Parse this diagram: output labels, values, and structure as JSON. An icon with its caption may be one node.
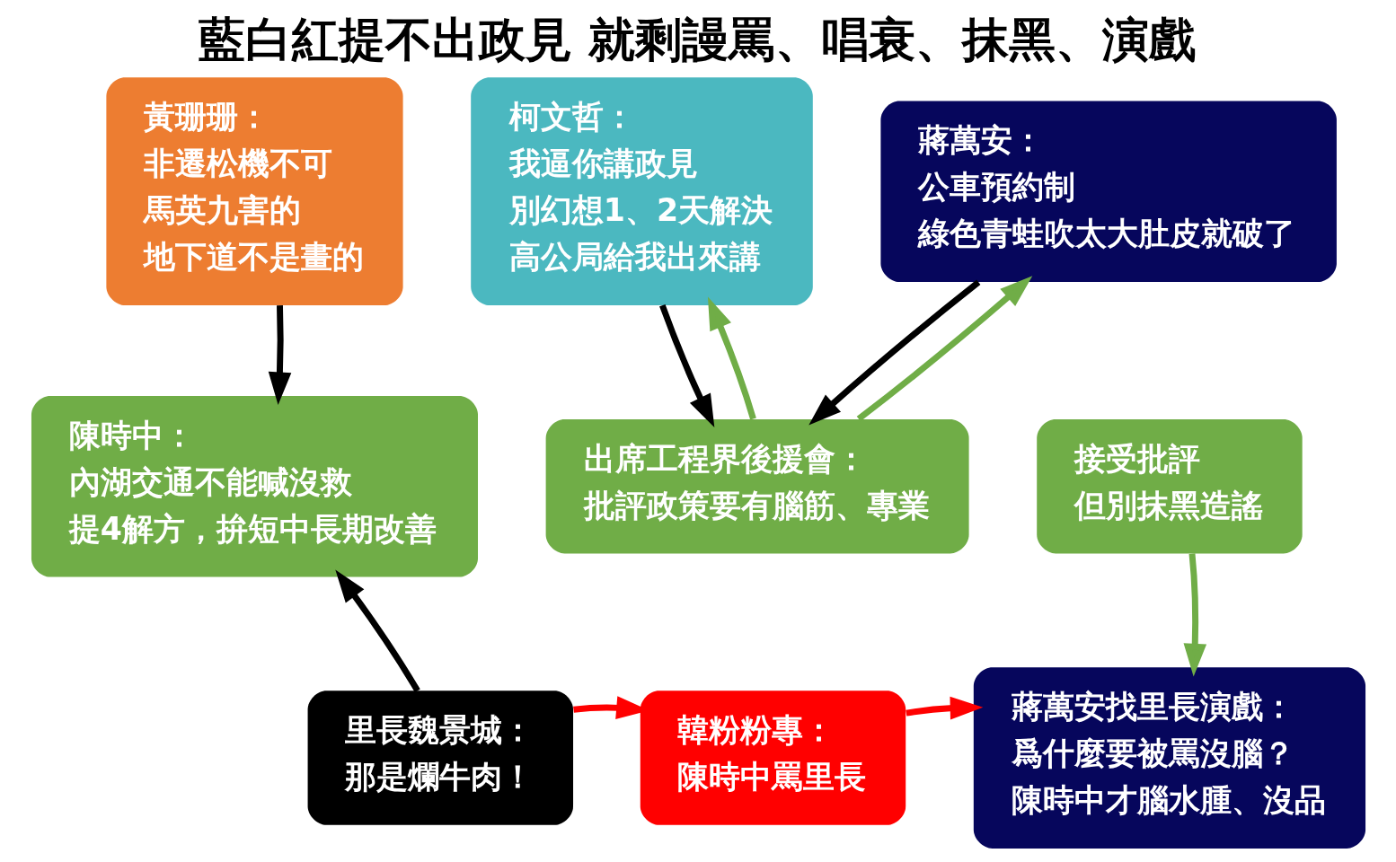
{
  "diagram": {
    "title": "藍白紅提不出政見 就剩謾罵、唱衰、抹黑、演戲",
    "nodes": [
      {
        "text": [
          "黃珊珊：",
          "非遷松機不可",
          "馬英九害的",
          "地下道不是畫的"
        ]
      },
      {
        "text": [
          "柯文哲：",
          "我逼你講政見",
          "別幻想1、2天解決",
          "高公局給我出來講"
        ]
      },
      {
        "text": [
          "蔣萬安：",
          "公車預約制",
          "綠色青蛙吹太大肚皮就破了"
        ]
      },
      {
        "text": [
          "陳時中：",
          "內湖交通不能喊沒救",
          "提4解方，拚短中長期改善"
        ]
      },
      {
        "text": [
          "出席工程界後援會：",
          "批評政策要有腦筋、專業"
        ]
      },
      {
        "text": [
          "接受批評",
          "但別抹黑造謠"
        ]
      },
      {
        "text": [
          "里長魏景城：",
          "那是爛牛肉！"
        ]
      },
      {
        "text": [
          "韓粉粉專：",
          "陳時中罵里長"
        ]
      },
      {
        "text": [
          "蔣萬安找里長演戲：",
          "爲什麼要被罵沒腦？",
          "陳時中才腦水腫、沒品"
        ]
      }
    ],
    "edges": [
      {
        "from": 0,
        "to": 3,
        "arrow": "to"
      },
      {
        "from": 1,
        "to": 4,
        "arrow": "to"
      },
      {
        "from": 2,
        "to": 4,
        "arrow": "to"
      },
      {
        "from": 4,
        "to": 1,
        "arrow": "to",
        "color": "#70ad47"
      },
      {
        "from": 4,
        "to": 2,
        "arrow": "to",
        "color": "#70ad47"
      },
      {
        "from": 6,
        "to": 3,
        "arrow": "to"
      },
      {
        "from": 6,
        "to": 7,
        "arrow": "to",
        "color": "#ff0000"
      },
      {
        "from": 7,
        "to": 8,
        "arrow": "to",
        "color": "#ff0000"
      },
      {
        "from": 5,
        "to": 8,
        "arrow": "to",
        "color": "#70ad47"
      }
    ]
  }
}
